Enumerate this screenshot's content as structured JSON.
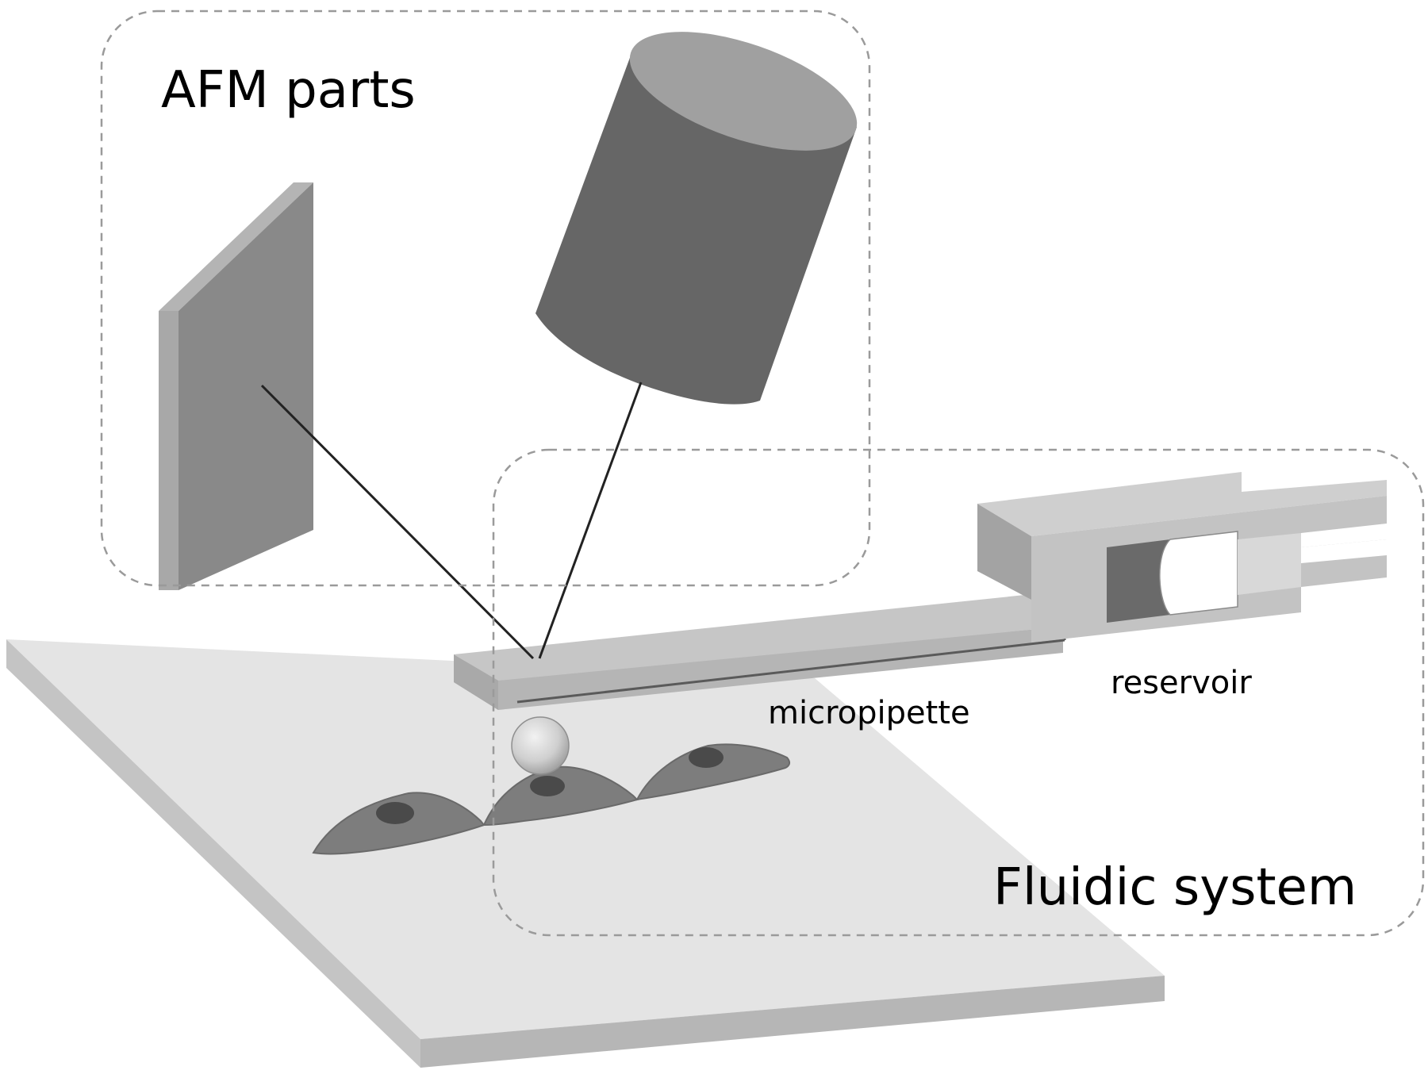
{
  "labels": {
    "afm_parts": "AFM parts",
    "fluidic_system": "Fluidic system",
    "micropipette": "micropipette",
    "reservoir": "reservoir"
  },
  "colors": {
    "background": "#ffffff",
    "dashed_border": "#9a9a9a",
    "substrate_top": "#e4e4e4",
    "substrate_edge": "#c4c4c4",
    "detector_face": "#898989",
    "detector_side": "#b4b4b4",
    "laser_body": "#666666",
    "laser_top": "#a0a0a0",
    "beam_line": "#222222",
    "cantilever": "#c6c6c6",
    "cantilever_edge": "#a9a9a9",
    "channel": "#5a5a5a",
    "reservoir_inner": "#6a6a6a",
    "bead": "#cfcfcf",
    "cell": "#7d7d7d",
    "nucleus": "#4a4a4a"
  }
}
